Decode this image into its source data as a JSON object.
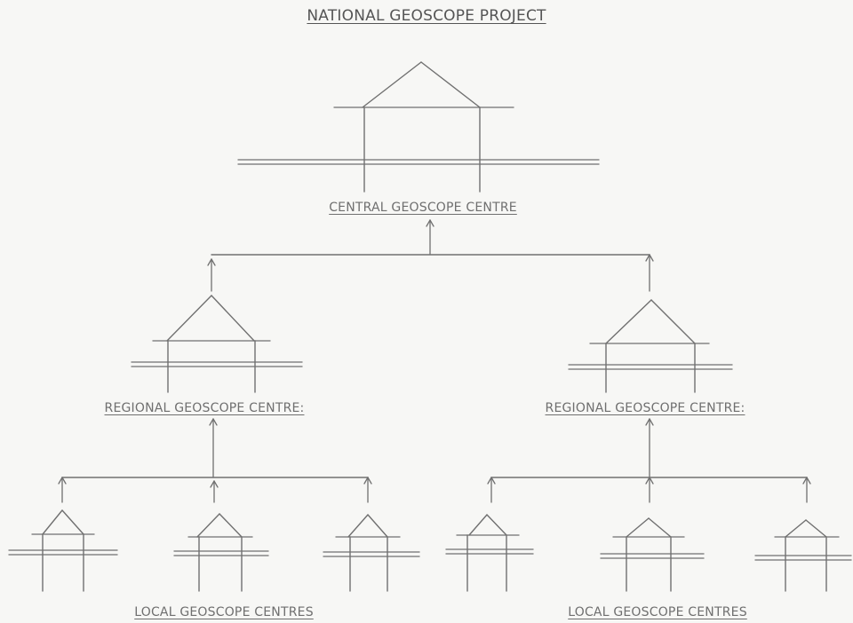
{
  "title": "NATIONAL GEOSCOPE PROJECT",
  "central_label": "CENTRAL GEOSCOPE CENTRE",
  "regional_left_label": "REGIONAL GEOSCOPE CENTRE:",
  "regional_right_label": "REGIONAL GEOSCOPE CENTRE:",
  "local_left_label": "LOCAL GEOSCOPE CENTRES",
  "local_right_label": "LOCAL GEOSCOPE CENTRES",
  "colors": {
    "ink": "#707070",
    "paper": "#f7f7f5"
  }
}
